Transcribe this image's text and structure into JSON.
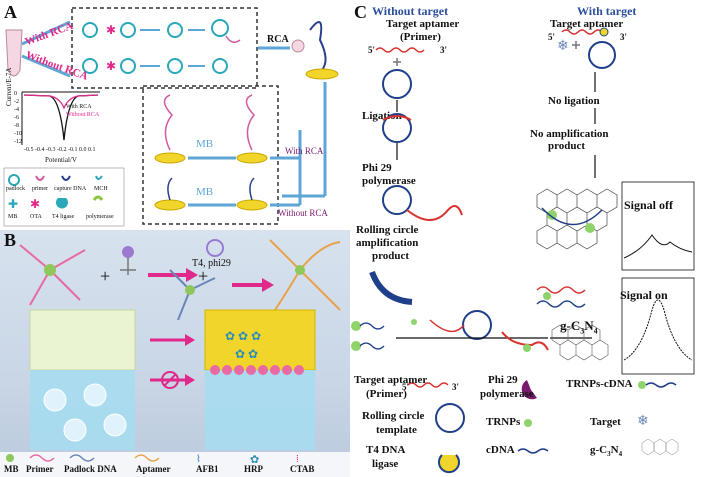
{
  "panelA": {
    "label": "A",
    "with_rca": "With RCA",
    "without_rca": "Without RCA",
    "rca": "RCA",
    "mb": "MB",
    "mb2": "MB",
    "with_rca_2": "With RCA",
    "without_rca_2": "Without RCA",
    "chart": {
      "ylabel": "Current/E-7A",
      "xlabel": "Potential/V",
      "legend": [
        "With RCA",
        "Without RCA"
      ],
      "xticks": [
        "-0.5",
        "-0.4",
        "-0.3",
        "-0.2",
        "-0.1",
        "0.0",
        "0.1"
      ],
      "yticks": [
        "0",
        "-2",
        "-4",
        "-6",
        "-8",
        "-10",
        "-12"
      ]
    },
    "legend_items": [
      "padlock",
      "primer",
      "capture DNA",
      "MCH",
      "MB",
      "OTA",
      "T4 ligase",
      "polymerase"
    ]
  },
  "panelB": {
    "label": "B",
    "reagent": "T4, phi29",
    "legend_items": [
      "MB",
      "Primer",
      "Padlock DNA",
      "Aptamer",
      "AFB1",
      "HRP",
      "CTAB"
    ]
  },
  "panelC": {
    "label": "C",
    "without_target": "Without target",
    "with_target": "With target",
    "target_aptamer_1": "Target aptamer",
    "primer_1": "(Primer)",
    "target_aptamer_2": "Target aptamer",
    "five_1": "5'",
    "three_1": "3'",
    "five_2": "5'",
    "three_2": "3'",
    "ligation": "Ligation",
    "no_ligation": "No ligation",
    "no_amplification_1": "No amplification",
    "no_amplification_2": "product",
    "phi29_1": "Phi 29",
    "phi29_2": "polymerase",
    "rca_1": "Rolling circle",
    "rca_2": "amplification",
    "rca_3": "product",
    "signal_off": "Signal off",
    "signal_on": "Signal on",
    "g_c3n4": "g-C",
    "g_sub1": "3",
    "g_n": "N",
    "g_sub2": "4",
    "legend": {
      "target_aptamer": "Target aptamer",
      "primer": "(Primer)",
      "five": "5'",
      "three": "3'",
      "phi29_a": "Phi 29",
      "phi29_b": "polymerase",
      "trnps_cdna": "TRNPs-cDNA",
      "rolling_a": "Rolling circle",
      "rolling_b": "template",
      "trnps": "TRNPs",
      "target": "Target",
      "t4_a": "T4 DNA",
      "t4_b": "ligase",
      "cdna": "cDNA",
      "gc3n4": "g-C",
      "gsub1": "3",
      "gn": "N",
      "gsub2": "4"
    }
  },
  "colors": {
    "arrow_blue": "#5ea6d6",
    "magenta": "#e0298a",
    "rca_pink": "#e76aa3",
    "gold": "#f2d52a",
    "dark_blue": "#1f3f8a",
    "red": "#d8332f",
    "purple": "#7a1a6e"
  }
}
